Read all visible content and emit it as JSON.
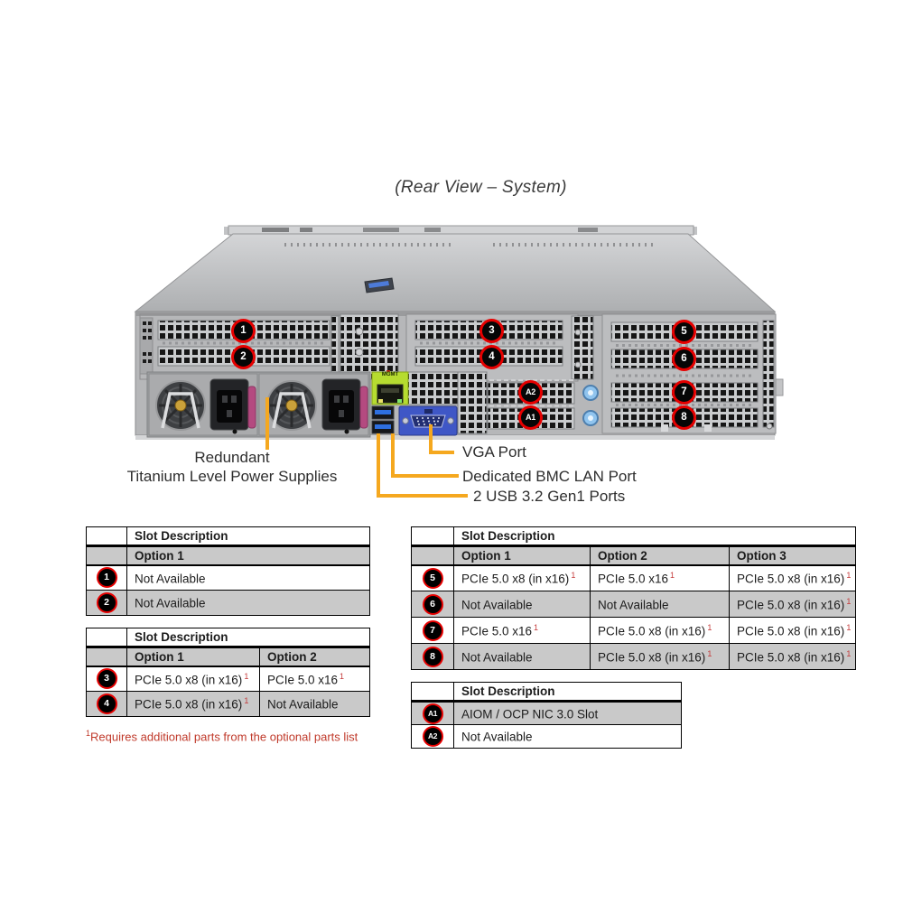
{
  "title": "(Rear View – System)",
  "mgmt_label": "MGMT",
  "callouts": {
    "psu_line1": "Redundant",
    "psu_line2": "Titanium Level Power Supplies",
    "vga": "VGA Port",
    "bmc": "Dedicated BMC LAN Port",
    "usb": "2 USB 3.2 Gen1 Ports"
  },
  "tables": {
    "left_top": {
      "header": "Slot Description",
      "option_headers": [
        "Option 1"
      ],
      "rows": [
        {
          "badge": "1",
          "cells": [
            {
              "t": "Not Available",
              "s": ""
            }
          ]
        },
        {
          "badge": "2",
          "cells": [
            {
              "t": "Not Available",
              "s": ""
            }
          ]
        }
      ]
    },
    "left_bottom": {
      "header": "Slot Description",
      "option_headers": [
        "Option 1",
        "Option 2"
      ],
      "rows": [
        {
          "badge": "3",
          "cells": [
            {
              "t": "PCIe 5.0 x8 (in x16)",
              "s": "1"
            },
            {
              "t": "PCIe 5.0 x16",
              "s": "1"
            }
          ]
        },
        {
          "badge": "4",
          "cells": [
            {
              "t": "PCIe 5.0 x8 (in x16)",
              "s": "1"
            },
            {
              "t": "Not Available",
              "s": ""
            }
          ]
        }
      ]
    },
    "right": {
      "header": "Slot Description",
      "option_headers": [
        "Option 1",
        "Option 2",
        "Option 3"
      ],
      "rows": [
        {
          "badge": "5",
          "cells": [
            {
              "t": "PCIe 5.0 x8 (in x16)",
              "s": "1"
            },
            {
              "t": "PCIe 5.0 x16",
              "s": "1"
            },
            {
              "t": "PCIe 5.0 x8 (in x16)",
              "s": "1"
            }
          ]
        },
        {
          "badge": "6",
          "cells": [
            {
              "t": "Not Available",
              "s": ""
            },
            {
              "t": "Not Available",
              "s": ""
            },
            {
              "t": "PCIe 5.0 x8 (in x16)",
              "s": "1"
            }
          ]
        },
        {
          "badge": "7",
          "cells": [
            {
              "t": "PCIe 5.0 x16",
              "s": "1"
            },
            {
              "t": "PCIe 5.0 x8 (in x16)",
              "s": "1"
            },
            {
              "t": "PCIe 5.0 x8 (in x16)",
              "s": "1"
            }
          ]
        },
        {
          "badge": "8",
          "cells": [
            {
              "t": "Not Available",
              "s": ""
            },
            {
              "t": "PCIe 5.0 x8 (in x16)",
              "s": "1"
            },
            {
              "t": "PCIe 5.0 x8 (in x16)",
              "s": "1"
            }
          ]
        }
      ]
    },
    "aiom": {
      "header": "Slot Description",
      "rows": [
        {
          "badge": "A1",
          "cells": [
            {
              "t": "AIOM / OCP NIC 3.0 Slot",
              "s": ""
            }
          ]
        },
        {
          "badge": "A2",
          "cells": [
            {
              "t": "Not Available",
              "s": ""
            }
          ]
        }
      ]
    }
  },
  "footnote": {
    "sup": "1",
    "text": "Requires additional parts from the optional parts list"
  },
  "colors": {
    "callout_line": "#F5A81F",
    "badge_ring": "#E60000",
    "table_gray": "#C9C9C9",
    "footnote_red": "#C03A2B",
    "mgmt_green": "#B6DC30",
    "vga_blue": "#3F57C6"
  }
}
